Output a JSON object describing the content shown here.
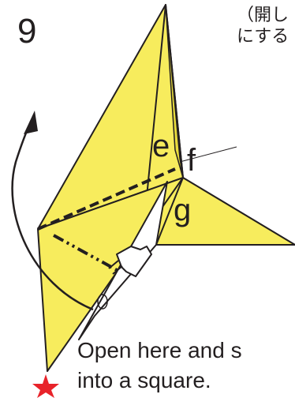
{
  "step_number": "9",
  "instruction_ja": [
    "（開し",
    "にする"
  ],
  "instruction_en": [
    "Open here and s",
    "into a square."
  ],
  "point_labels": {
    "e": "e",
    "f": "f",
    "g": "g"
  },
  "colors": {
    "paper_fill": "#f7ec5d",
    "paper_dark": "#e9dc3d",
    "outline": "#231f20",
    "star": "#e8232a",
    "white_gap": "#ffffff"
  },
  "icons": [
    "curved-arrow-icon",
    "push-hand-icon",
    "star-icon",
    "valley-fold-line",
    "mountain-fold-line"
  ]
}
